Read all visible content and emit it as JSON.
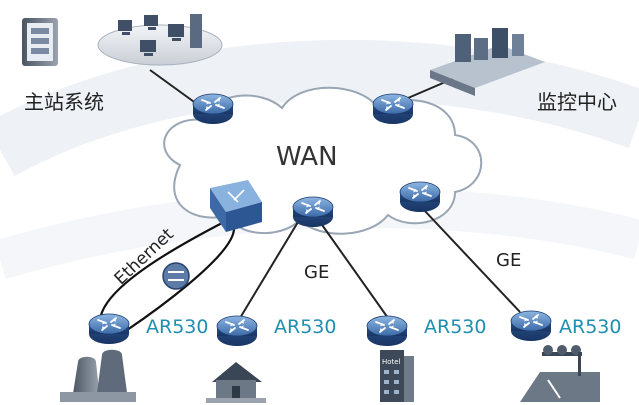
{
  "labels": {
    "master_station": "主站系统",
    "monitoring_center": "监控中心",
    "wan": "WAN",
    "ethernet": "Ethernet",
    "ge_left": "GE",
    "ge_right": "GE"
  },
  "branch_routers": [
    {
      "model": "AR530",
      "site": "plant"
    },
    {
      "model": "AR530",
      "site": "house"
    },
    {
      "model": "AR530",
      "site": "hotel"
    },
    {
      "model": "AR530",
      "site": "traffic"
    }
  ],
  "icons": {
    "router": "router-icon",
    "switch": "core-switch-icon",
    "firewall": "firewall-icon",
    "server_group": "server-group-icon",
    "workstations": "workstation-cluster-icon",
    "datacenter": "datacenter-icon",
    "plant": "cooling-tower-icon",
    "house": "house-icon",
    "hotel": "hotel-building-icon",
    "traffic": "traffic-road-icon"
  },
  "colors": {
    "router_blue": "#2f5b96",
    "router_light": "#7aa7d8",
    "label_teal": "#1f8fb0",
    "cloud_stroke": "#9aa6b4"
  }
}
